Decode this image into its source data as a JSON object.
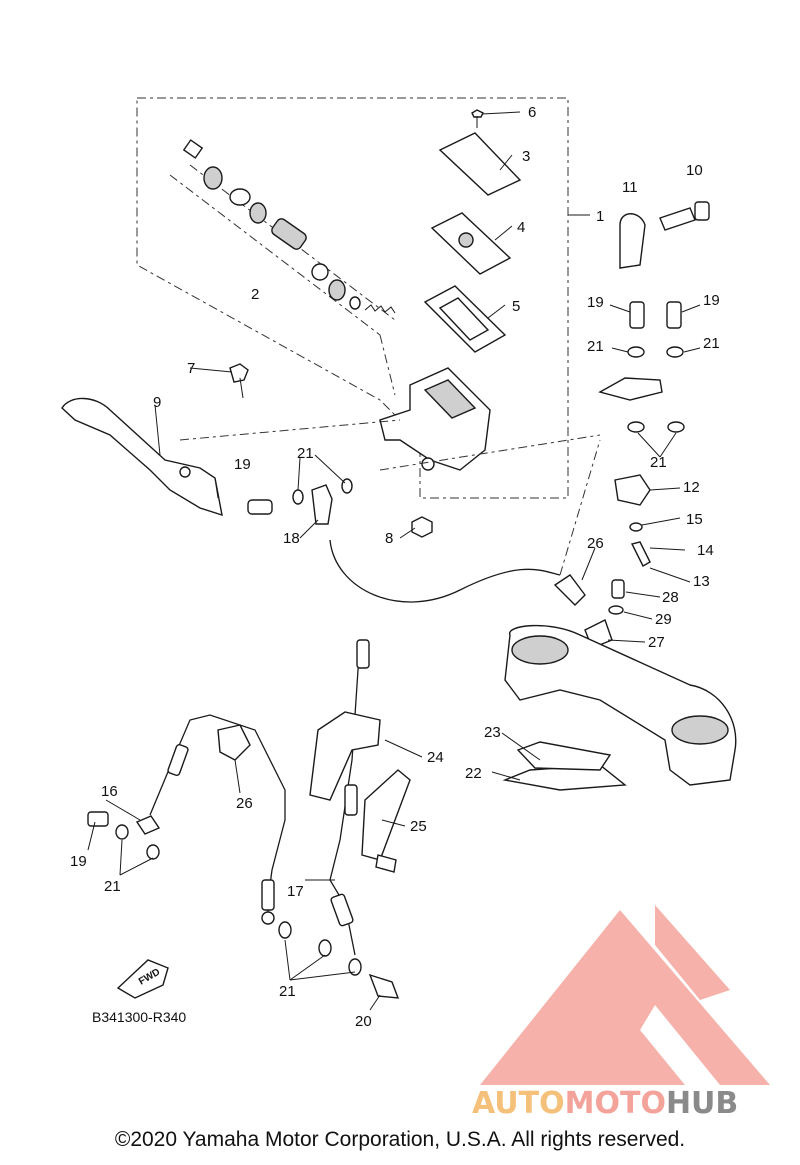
{
  "diagram": {
    "code": "B341300-R340",
    "fwd_label": "FWD",
    "callouts": {
      "c1": "1",
      "c2": "2",
      "c3": "3",
      "c4": "4",
      "c5": "5",
      "c6": "6",
      "c7": "7",
      "c8": "8",
      "c9": "9",
      "c10": "10",
      "c11": "11",
      "c12": "12",
      "c13": "13",
      "c14": "14",
      "c15": "15",
      "c16": "16",
      "c17": "17",
      "c18": "18",
      "c19a": "19",
      "c19b": "19",
      "c19c": "19",
      "c19d": "19",
      "c20": "20",
      "c21a": "21",
      "c21b": "21",
      "c21c": "21",
      "c21d": "21",
      "c21e": "21",
      "c21f": "21",
      "c22": "22",
      "c23": "23",
      "c24": "24",
      "c25": "25",
      "c26a": "26",
      "c26b": "26",
      "c27": "27",
      "c28": "28",
      "c29": "29"
    }
  },
  "watermark": {
    "part_a": "AUTO",
    "part_b": "MOTO",
    "part_c": "HUB",
    "color_primary": "#f4a39b",
    "color_accent": "#f5c07a",
    "color_dark": "#8a8a8a"
  },
  "footer": {
    "copyright": "©2020 Yamaha Motor Corporation, U.S.A. All rights reserved."
  }
}
